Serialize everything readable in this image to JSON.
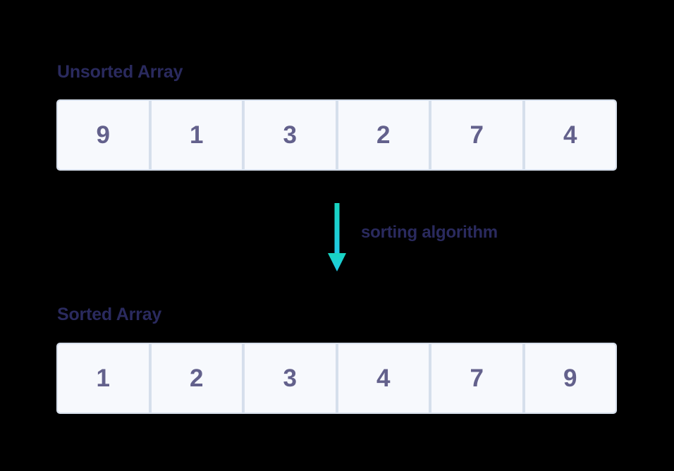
{
  "page": {
    "background_color": "#000000",
    "title": "Sorting algorithm diagram"
  },
  "colors": {
    "label_navy": "#2a2a5e",
    "cell_number": "#63618c",
    "cell_background": "#f7f9fd",
    "cell_divider": "#d6dfec",
    "array_border": "#dbe3ef",
    "arrow_top": "#18d5c0",
    "arrow_bottom": "#22c8e8"
  },
  "unsorted": {
    "label": "Unsorted Array",
    "values": [
      "9",
      "1",
      "3",
      "2",
      "7",
      "4"
    ]
  },
  "sorted": {
    "label": "Sorted Array",
    "values": [
      "1",
      "2",
      "3",
      "4",
      "7",
      "9"
    ]
  },
  "transform": {
    "caption": "sorting algorithm",
    "arrow_icon": "arrow-down-icon",
    "arrow_direction": "down"
  }
}
